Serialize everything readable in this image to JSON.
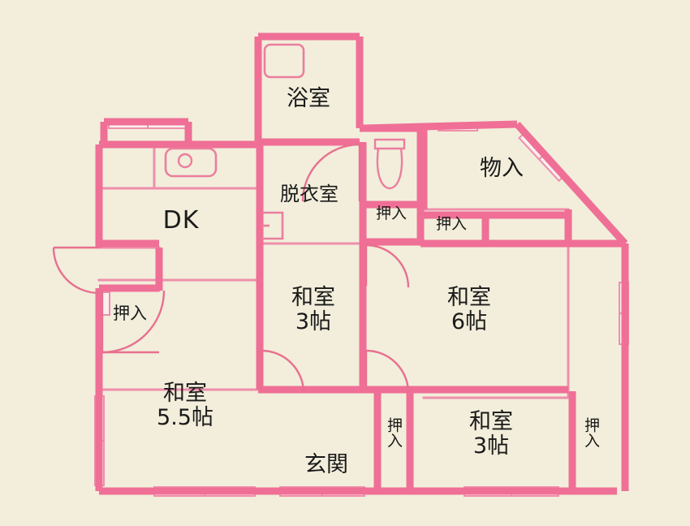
{
  "document": {
    "type": "floor-plan",
    "language": "ja",
    "title": "間取り図"
  },
  "colors": {
    "background": "#f2eedb",
    "wall_thick": "#ef6f96",
    "wall_thin": "#ef8fab",
    "fixture": "#eb7e9e",
    "window_fill": "#faf0ef",
    "text": "#1a1a1a"
  },
  "rooms": [
    {
      "id": "dk",
      "name": "DK",
      "area": "",
      "label": "DK"
    },
    {
      "id": "bathroom",
      "name": "浴室",
      "area": "",
      "label": "浴室"
    },
    {
      "id": "dressing",
      "name": "脱衣室",
      "area": "",
      "label": "脱衣室"
    },
    {
      "id": "storage-top",
      "name": "物入",
      "area": "",
      "label": "物入"
    },
    {
      "id": "washitsu-3a",
      "name": "和室",
      "area": "3帖",
      "label": "和室\n3帖"
    },
    {
      "id": "washitsu-6",
      "name": "和室",
      "area": "6帖",
      "label": "和室\n6帖"
    },
    {
      "id": "washitsu-55",
      "name": "和室",
      "area": "5.5帖",
      "label": "和室\n5.5帖"
    },
    {
      "id": "washitsu-3b",
      "name": "和室",
      "area": "3帖",
      "label": "和室\n3帖"
    },
    {
      "id": "genkan",
      "name": "玄関",
      "area": "",
      "label": "玄関"
    }
  ],
  "closets": [
    {
      "id": "oshiire-left",
      "label": "押入",
      "orientation": "horizontal"
    },
    {
      "id": "oshiire-center-a",
      "label": "押入",
      "orientation": "horizontal"
    },
    {
      "id": "oshiire-center-b",
      "label": "押入",
      "orientation": "horizontal"
    },
    {
      "id": "oshiire-bottom",
      "label": "押入",
      "orientation": "vertical"
    },
    {
      "id": "oshiire-right",
      "label": "押入",
      "orientation": "vertical"
    }
  ],
  "fixtures": [
    {
      "id": "bathtub",
      "name": "bathtub-icon",
      "room": "浴室"
    },
    {
      "id": "toilet",
      "name": "toilet-icon",
      "room": "トイレ"
    },
    {
      "id": "sink",
      "name": "kitchen-sink-icon",
      "room": "DK"
    },
    {
      "id": "washbasin",
      "name": "washbasin-icon",
      "room": "脱衣室"
    }
  ],
  "openings": {
    "doors": 7,
    "windows": 9
  }
}
